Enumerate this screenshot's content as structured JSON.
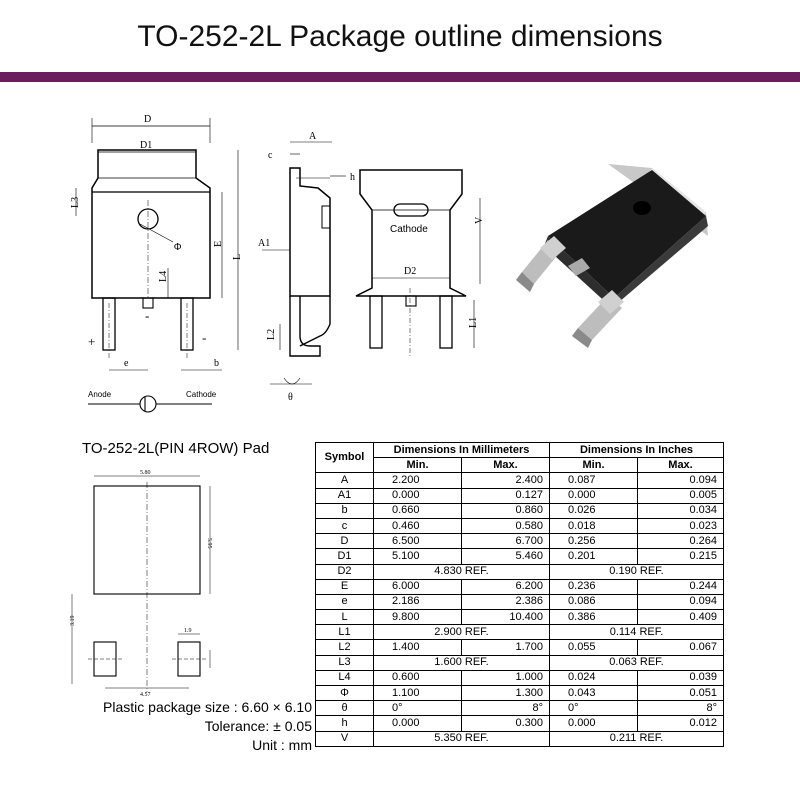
{
  "page": {
    "title": "TO-252-2L Package outline dimensions",
    "accent_color": "#6b1e5f"
  },
  "front_view": {
    "labels": {
      "D": "D",
      "D1": "D1",
      "L3": "L3",
      "phi": "Φ",
      "E": "E",
      "L": "L",
      "L4": "L4",
      "e": "e",
      "b": "b",
      "plus": "+",
      "minus": "-"
    },
    "polarity": {
      "anode": "Anode",
      "cathode": "Cathode"
    }
  },
  "side_view": {
    "labels": {
      "A": "A",
      "c": "c",
      "h": "h",
      "A1": "A1",
      "L2": "L2",
      "theta": "θ"
    }
  },
  "back_view": {
    "labels": {
      "cathode": "Cathode",
      "V": "V",
      "D2": "D2",
      "L1": "L1"
    }
  },
  "pad": {
    "title": "TO-252-2L(PIN 4ROW) Pad",
    "dims": {
      "top_width": "5.80",
      "height": "5.95",
      "total_height": "3.19",
      "pad_width": "1.9",
      "spacing": "4.57"
    }
  },
  "specs": {
    "size": "Plastic package size : 6.60 × 6.10",
    "tolerance": "Tolerance: ± 0.05",
    "unit": "Unit : mm"
  },
  "table": {
    "symbol_header": "Symbol",
    "mm_header": "Dimensions In Millimeters",
    "in_header": "Dimensions In Inches",
    "min_label": "Min.",
    "max_label": "Max.",
    "rows": [
      {
        "sym": "A",
        "mm_min": "2.200",
        "mm_max": "2.400",
        "in_min": "0.087",
        "in_max": "0.094"
      },
      {
        "sym": "A1",
        "mm_min": "0.000",
        "mm_max": "0.127",
        "in_min": "0.000",
        "in_max": "0.005"
      },
      {
        "sym": "b",
        "mm_min": "0.660",
        "mm_max": "0.860",
        "in_min": "0.026",
        "in_max": "0.034"
      },
      {
        "sym": "c",
        "mm_min": "0.460",
        "mm_max": "0.580",
        "in_min": "0.018",
        "in_max": "0.023"
      },
      {
        "sym": "D",
        "mm_min": "6.500",
        "mm_max": "6.700",
        "in_min": "0.256",
        "in_max": "0.264"
      },
      {
        "sym": "D1",
        "mm_min": "5.100",
        "mm_max": "5.460",
        "in_min": "0.201",
        "in_max": "0.215"
      },
      {
        "sym": "D2",
        "mm_ref": "4.830 REF.",
        "in_ref": "0.190 REF."
      },
      {
        "sym": "E",
        "mm_min": "6.000",
        "mm_max": "6.200",
        "in_min": "0.236",
        "in_max": "0.244"
      },
      {
        "sym": "e",
        "mm_min": "2.186",
        "mm_max": "2.386",
        "in_min": "0.086",
        "in_max": "0.094"
      },
      {
        "sym": "L",
        "mm_min": "9.800",
        "mm_max": "10.400",
        "in_min": "0.386",
        "in_max": "0.409"
      },
      {
        "sym": "L1",
        "mm_ref": "2.900 REF.",
        "in_ref": "0.114 REF."
      },
      {
        "sym": "L2",
        "mm_min": "1.400",
        "mm_max": "1.700",
        "in_min": "0.055",
        "in_max": "0.067"
      },
      {
        "sym": "L3",
        "mm_ref": "1.600 REF.",
        "in_ref": "0.063 REF."
      },
      {
        "sym": "L4",
        "mm_min": "0.600",
        "mm_max": "1.000",
        "in_min": "0.024",
        "in_max": "0.039"
      },
      {
        "sym": "Φ",
        "mm_min": "1.100",
        "mm_max": "1.300",
        "in_min": "0.043",
        "in_max": "0.051"
      },
      {
        "sym": "θ",
        "mm_min": "0°",
        "mm_max": "8°",
        "in_min": "0°",
        "in_max": "8°"
      },
      {
        "sym": "h",
        "mm_min": "0.000",
        "mm_max": "0.300",
        "in_min": "0.000",
        "in_max": "0.012"
      },
      {
        "sym": "V",
        "mm_ref": "5.350 REF.",
        "in_ref": "0.211 REF."
      }
    ]
  }
}
